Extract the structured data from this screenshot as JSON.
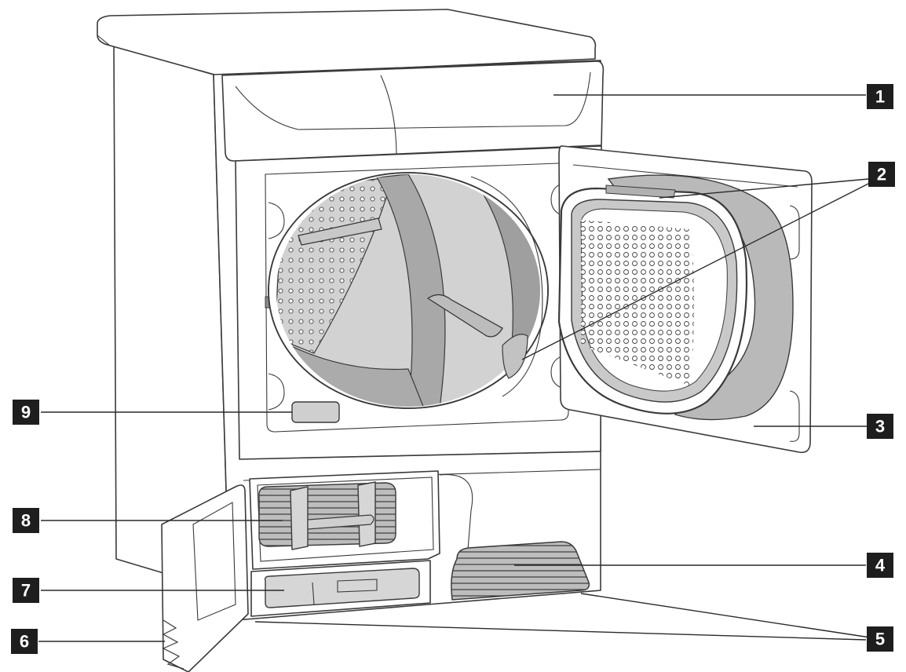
{
  "diagram": {
    "colors": {
      "outline": "#3a3a3a",
      "tone_light": "#d6d6d6",
      "tone_mid": "#b9b9b9",
      "tone_dark": "#a3a3a3",
      "callout": "#1e1e1e"
    },
    "callouts": [
      {
        "id": "1",
        "label": "1"
      },
      {
        "id": "2",
        "label": "2"
      },
      {
        "id": "3",
        "label": "3"
      },
      {
        "id": "4",
        "label": "4"
      },
      {
        "id": "5",
        "label": "5"
      },
      {
        "id": "6",
        "label": "6"
      },
      {
        "id": "7",
        "label": "7"
      },
      {
        "id": "8",
        "label": "8"
      },
      {
        "id": "9",
        "label": "9"
      }
    ]
  }
}
